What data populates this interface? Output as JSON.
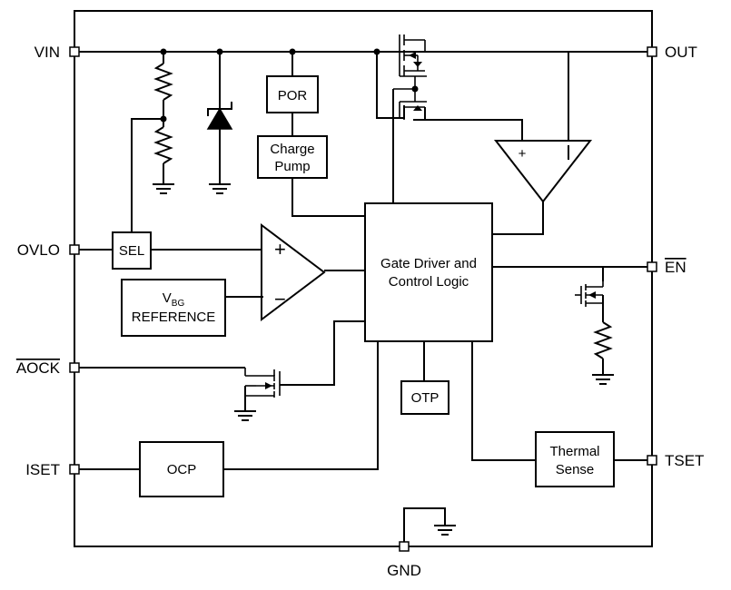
{
  "pins": {
    "vin": "VIN",
    "ovlo": "OVLO",
    "aock": "AOCK",
    "iset": "ISET",
    "out": "OUT",
    "en": "EN",
    "tset": "TSET",
    "gnd": "GND"
  },
  "blocks": {
    "por": "POR",
    "charge_pump_line1": "Charge",
    "charge_pump_line2": "Pump",
    "sel": "SEL",
    "vbg_main": "V",
    "vbg_sub": "BG",
    "vbg_line2": "REFERENCE",
    "gate_driver_line1": "Gate Driver and",
    "gate_driver_line2": "Control Logic",
    "otp": "OTP",
    "ocp": "OCP",
    "thermal_line1": "Thermal",
    "thermal_line2": "Sense"
  },
  "comparator_symbols": {
    "plus": "+",
    "minus": "−"
  },
  "colors": {
    "line": "#000000",
    "background": "#ffffff"
  }
}
